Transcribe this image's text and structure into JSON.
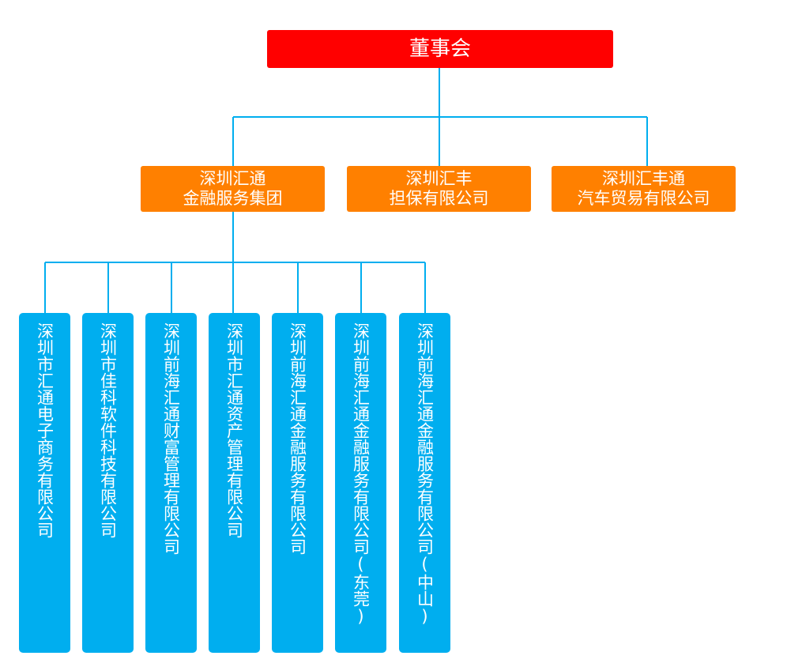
{
  "board": {
    "label": "董事会"
  },
  "groups": [
    {
      "line1": "深圳汇通",
      "line2": "金融服务集团"
    },
    {
      "line1": "深圳汇丰",
      "line2": "担保有限公司"
    },
    {
      "line1": "深圳汇丰通",
      "line2": "汽车贸易有限公司"
    }
  ],
  "subsidiaries": [
    "深圳市汇通电子商务有限公司",
    "深圳市佳科软件科技有限公司",
    "深圳前海汇通财富管理有限公司",
    "深圳市汇通资产管理有限公司",
    "深圳前海汇通金融服务有限公司",
    "深圳前海汇通金融服务有限公司(东莞)",
    "深圳前海汇通金融服务有限公司(中山)"
  ],
  "colors": {
    "board": "#ff0000",
    "group": "#ff8000",
    "subsidiary": "#00aeef",
    "connector": "#00aeef"
  }
}
